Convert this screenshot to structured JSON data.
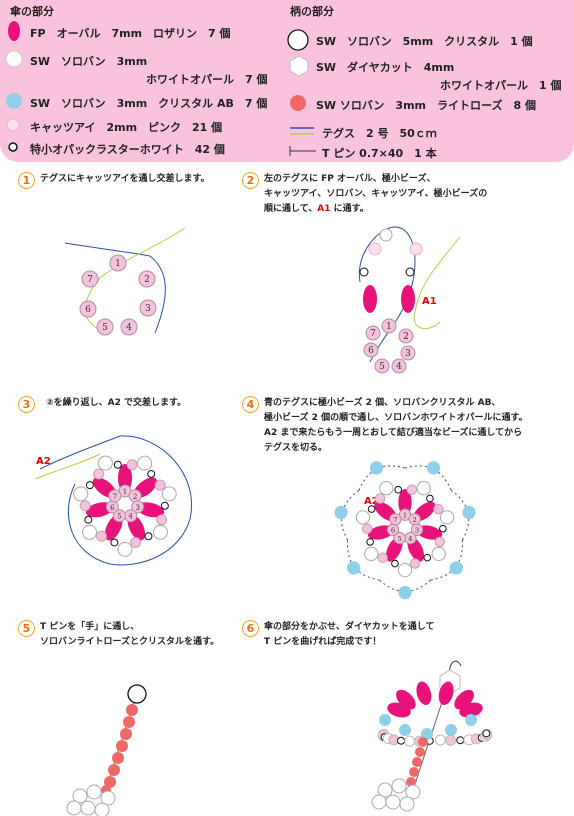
{
  "legend": {
    "kasa_title": "傘の部分",
    "gara_title": "柄の部分",
    "kasa_items": [
      {
        "text": "FP　オーバル　7mm　ロザリン　7 個"
      },
      {
        "text": "SW　ソロバン　3mm"
      },
      {
        "text": "ホワイトオパール　7 個"
      },
      {
        "text": "SW　ソロバン　3mm　クリスタル AB　7 個"
      },
      {
        "text": "キャッツアイ　2mm　ピンク　21 個"
      },
      {
        "text": "特小オパックラスターホワイト　42 個"
      }
    ],
    "gara_items": [
      {
        "text": "SW　ソロバン　5mm　クリスタル　1 個"
      },
      {
        "text": "SW　ダイヤカット　4mm"
      },
      {
        "text": "ホワイトオパール　1 個"
      },
      {
        "text": "SW ソロバン　3mm　ライトローズ　8 個"
      },
      {
        "text": "テグス　2 号　50ｃｍ"
      },
      {
        "text": "T ピン 0.7×40　1 本"
      }
    ]
  },
  "steps": [
    {
      "num": "1",
      "lines": [
        "テグスにキャッツアイを通し交差します。"
      ]
    },
    {
      "num": "2",
      "lines": [
        "左のテグスに FP オーバル、極小ビーズ、",
        "キャッツアイ、ソロバン、キャッツアイ、極小ビーズの",
        "順に通して、"
      ],
      "highlight": "A1",
      "tail": " に通す。"
    },
    {
      "num": "3",
      "lines": [
        "②を繰り返し、A2 で交差します。"
      ]
    },
    {
      "num": "4",
      "lines": [
        "青のテグスに極小ビーズ 2 個、ソロバンクリスタル AB、",
        "極小ビーズ 2 個の順で通し、ソロバンホワイトオパールに通す。",
        "A2 まで来たらもう一周とおして結び適当なビーズに通してから",
        "テグスを切る。"
      ]
    },
    {
      "num": "5",
      "lines": [
        "T ピンを「手」に通し、",
        "ソロバンライトローズとクリスタルを通す。"
      ]
    },
    {
      "num": "6",
      "lines": [
        "傘の部分をかぶせ、ダイヤカットを通して",
        "T ピンを曲げれば完成です！"
      ]
    }
  ],
  "labels": {
    "ring": [
      "1",
      "2",
      "3",
      "4",
      "5",
      "6",
      "7"
    ],
    "a1": "A1",
    "a2": "A2"
  },
  "colors": {
    "fp_oval": "#e8137a",
    "cats_eye": "#f4c2dc",
    "crystal_ab": "#8fd0e8",
    "light_rose": "#f06868",
    "line_blue": "#2850a0",
    "line_green": "#b8cc50"
  }
}
